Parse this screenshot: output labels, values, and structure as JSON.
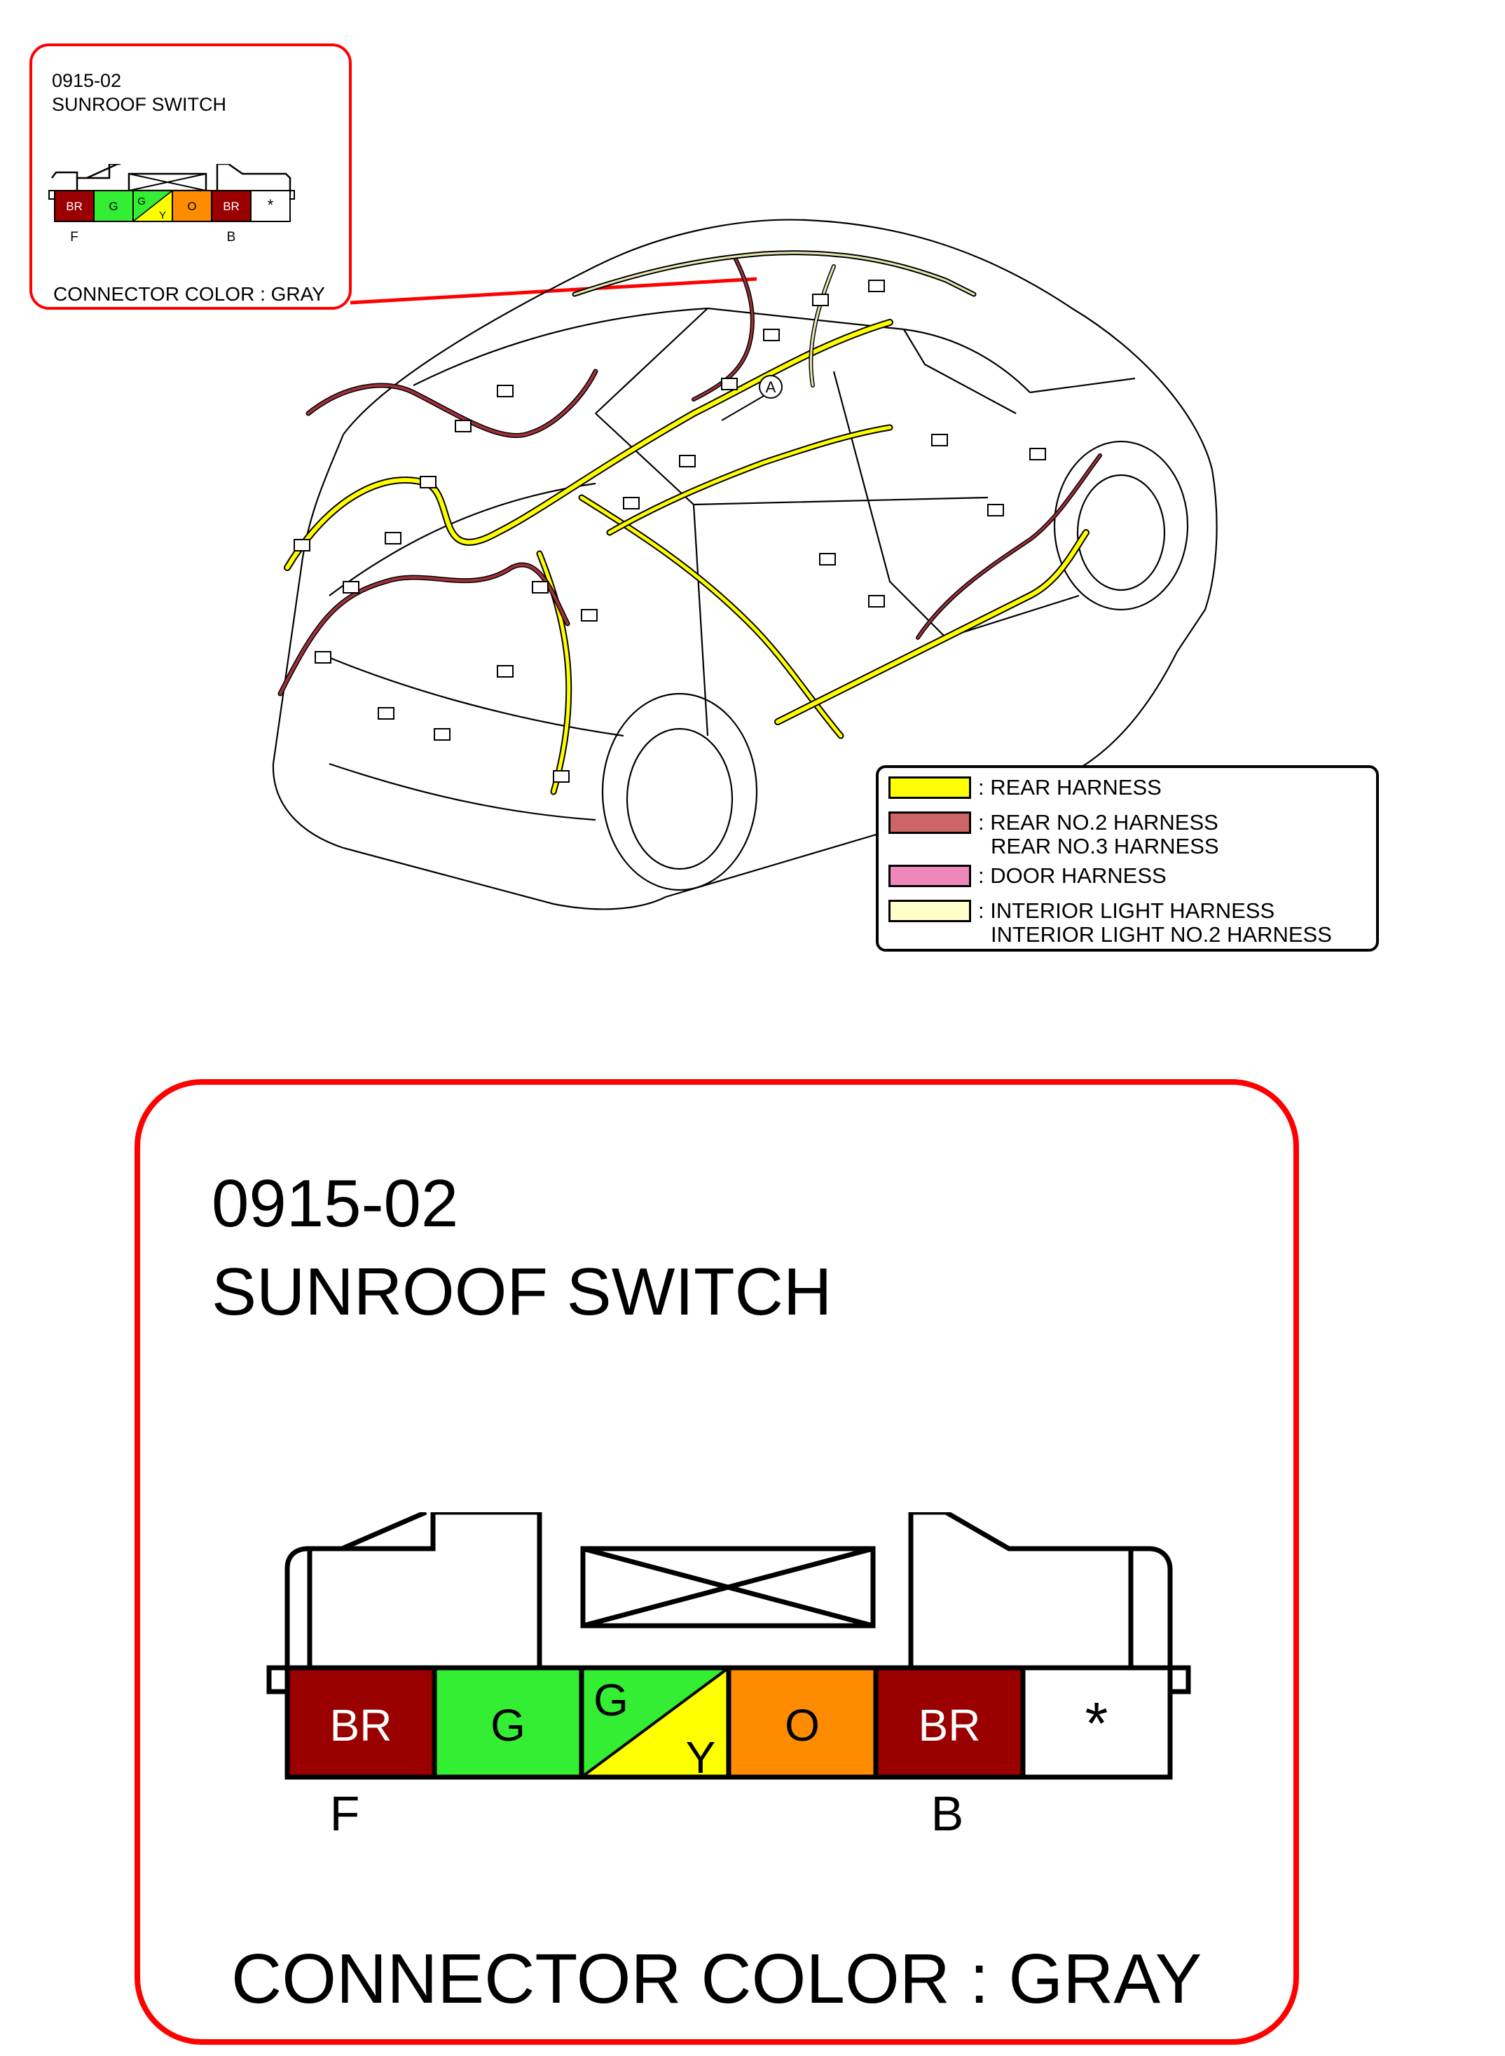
{
  "connector": {
    "code": "0915-02",
    "name": "SUNROOF SWITCH",
    "color_label": "CONNECTOR COLOR : GRAY",
    "pins": [
      {
        "label": "BR",
        "color": "#9a0000",
        "text_color": "#ffffff"
      },
      {
        "label": "G",
        "color": "#33ee33",
        "text_color": "#000000"
      },
      {
        "label_top": "G",
        "label_bottom": "Y",
        "color_top": "#33ee33",
        "color_bottom": "#ffff00",
        "text_color": "#000000"
      },
      {
        "label": "O",
        "color": "#ff8c00",
        "text_color": "#000000"
      },
      {
        "label": "BR",
        "color": "#9a0000",
        "text_color": "#ffffff"
      },
      {
        "label": "*",
        "color": "#ffffff",
        "text_color": "#000000"
      }
    ],
    "under_labels": {
      "left": "F",
      "right": "B"
    }
  },
  "callout_marker": "A",
  "legend": {
    "items": [
      {
        "color": "#ffff00",
        "lines": [
          ": REAR HARNESS"
        ]
      },
      {
        "color": "#cc6666",
        "lines": [
          ": REAR NO.2 HARNESS",
          "REAR NO.3 HARNESS"
        ]
      },
      {
        "color": "#ee88bb",
        "lines": [
          ": DOOR HARNESS"
        ]
      },
      {
        "color": "#ffffcc",
        "lines": [
          ": INTERIOR LIGHT HARNESS",
          "INTERIOR LIGHT NO.2 HARNESS"
        ]
      }
    ]
  },
  "colors": {
    "callout_border": "#ff0000",
    "rear_harness": "#ffff00",
    "rear_no2": "#a0303a",
    "interior_light": "#e8e8b0"
  }
}
